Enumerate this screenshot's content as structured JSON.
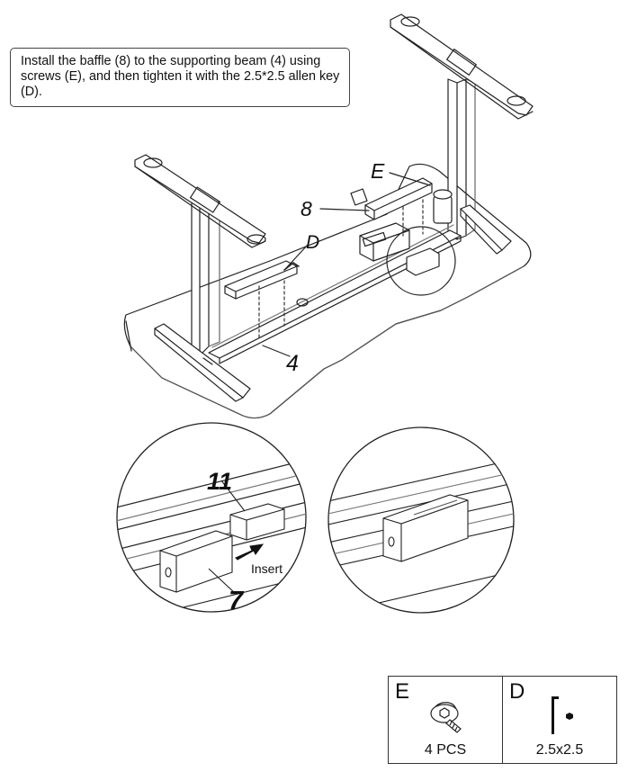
{
  "instruction": {
    "text": "Install the baffle (8) to the supporting beam (4) using screws (E), and then tighten it with the 2.5*2.5 allen key (D)."
  },
  "callouts": {
    "screw": "E",
    "baffle": "8",
    "allen_key": "D",
    "beam": "4"
  },
  "detail_left": {
    "part_11": "11",
    "part_7": "7",
    "insert_label": "Insert"
  },
  "parts": [
    {
      "letter": "E",
      "caption": "4 PCS",
      "icon": "button-head-screw-icon"
    },
    {
      "letter": "D",
      "caption": "2.5x2.5",
      "icon": "allen-key-icon"
    }
  ]
}
